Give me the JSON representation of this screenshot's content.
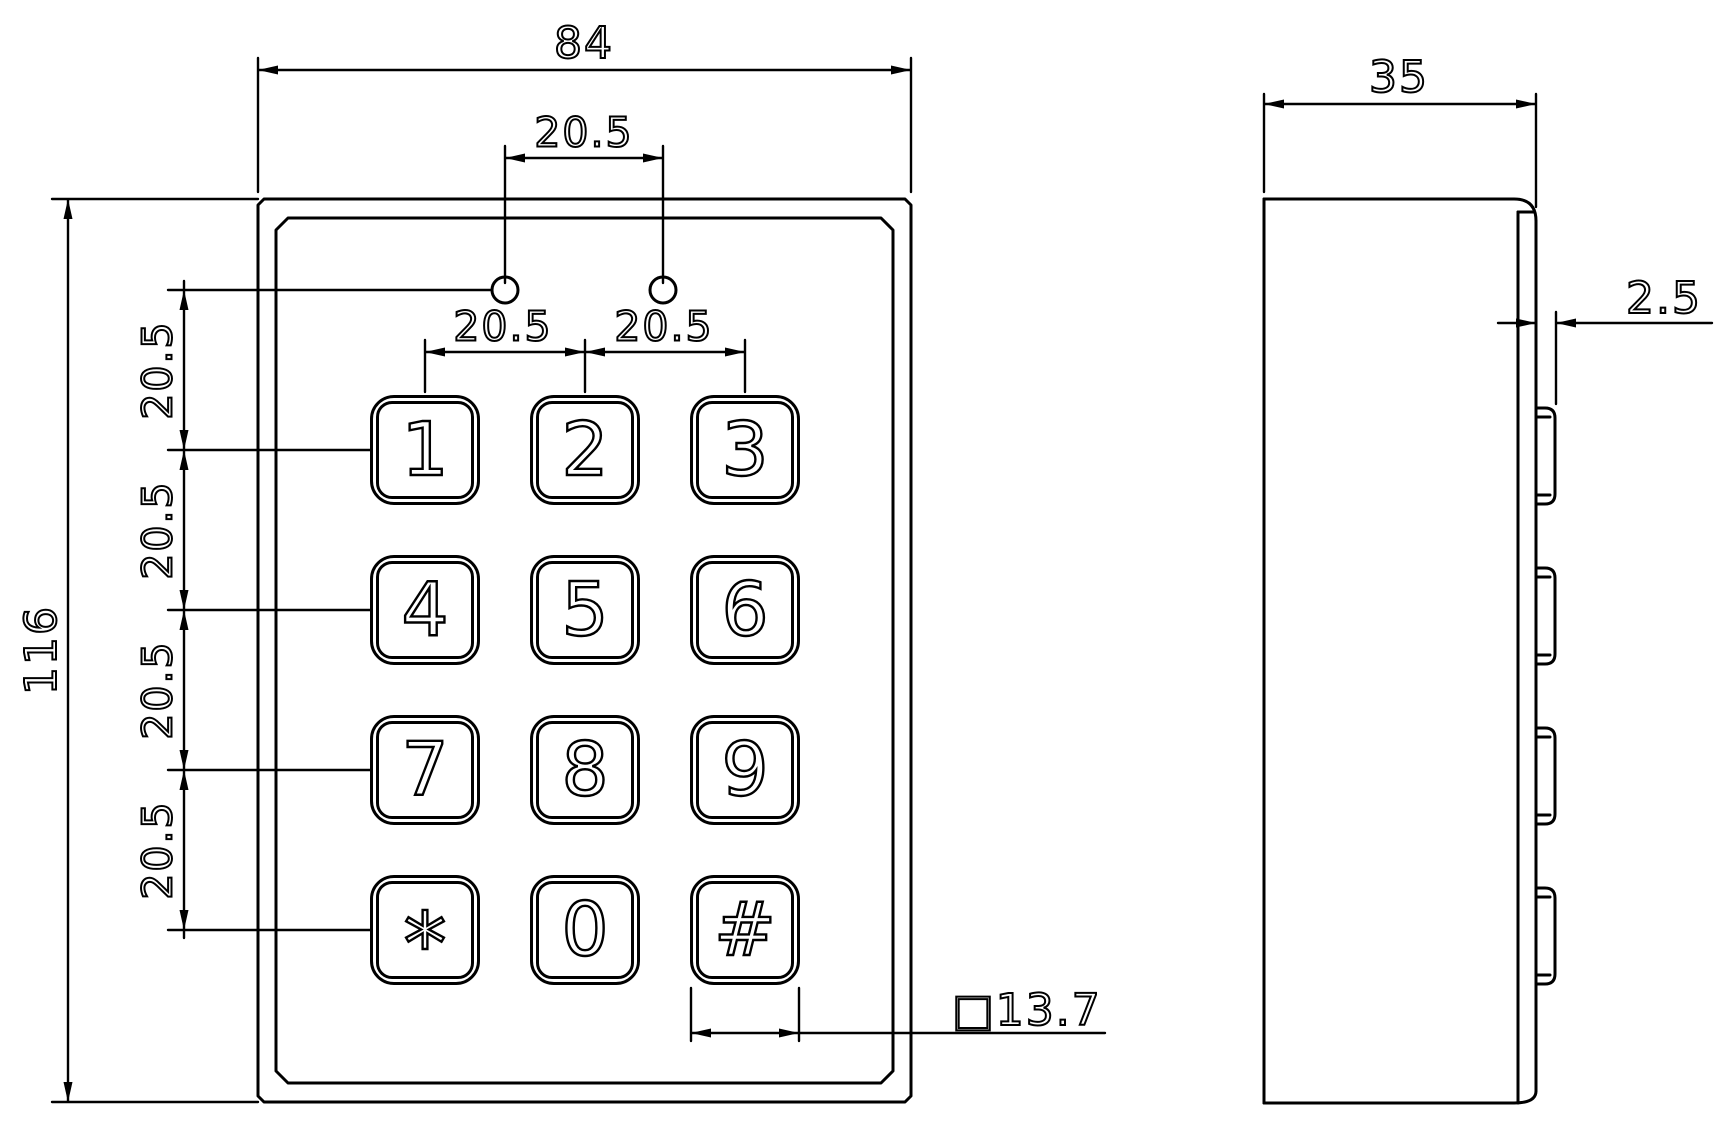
{
  "front_view": {
    "keys": [
      "1",
      "2",
      "3",
      "4",
      "5",
      "6",
      "7",
      "8",
      "9",
      "*",
      "0",
      "#"
    ],
    "hole_count": 2
  },
  "side_view": {
    "bump_count": 4
  },
  "dimensions": {
    "overall_width": "84",
    "overall_height": "116",
    "hole_spacing": "20.5",
    "column_spacing_left": "20.5",
    "column_spacing_right": "20.5",
    "row_spacings": [
      "20.5",
      "20.5",
      "20.5",
      "20.5"
    ],
    "depth": "35",
    "key_protrusion": "2.5",
    "key_size": "□13.7"
  }
}
